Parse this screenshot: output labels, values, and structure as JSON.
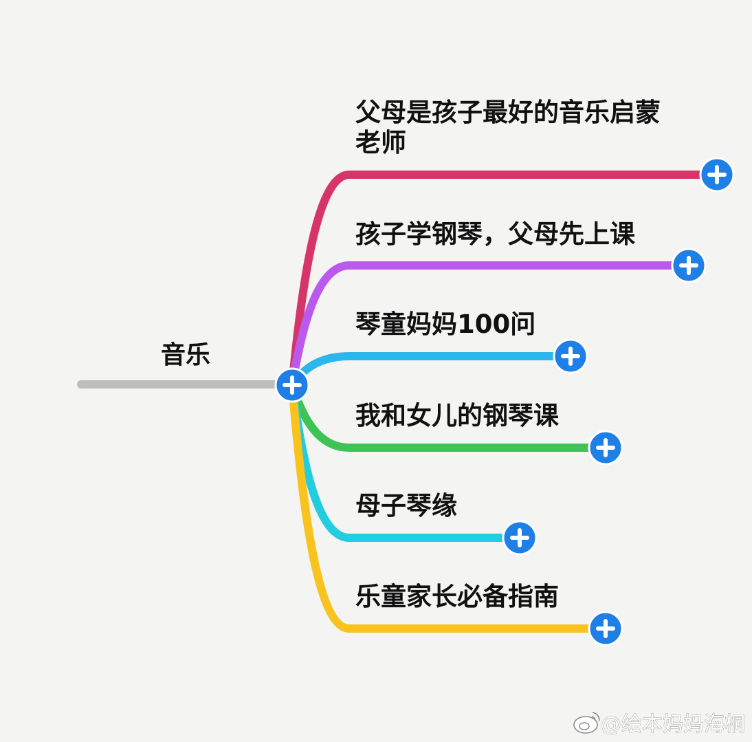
{
  "mindmap": {
    "root": {
      "label": "音乐",
      "line_color": "#bdbdbd"
    },
    "branches": [
      {
        "lines": [
          "父母是孩子最好的音乐启蒙",
          "老师"
        ],
        "color": "#d6356a"
      },
      {
        "lines": [
          "孩子学钢琴，父母先上课"
        ],
        "color": "#b95aec"
      },
      {
        "lines": [
          "琴童妈妈100问"
        ],
        "color": "#2bb7ec"
      },
      {
        "lines": [
          "我和女儿的钢琴课"
        ],
        "color": "#3ec456"
      },
      {
        "lines": [
          "母子琴缘"
        ],
        "color": "#22cde0"
      },
      {
        "lines": [
          "乐童家长必备指南"
        ],
        "color": "#f7c31c"
      }
    ],
    "button_color": "#1e7fe6"
  },
  "watermark": {
    "text": "@绘本妈妈海桐",
    "icon": "weibo-icon"
  }
}
